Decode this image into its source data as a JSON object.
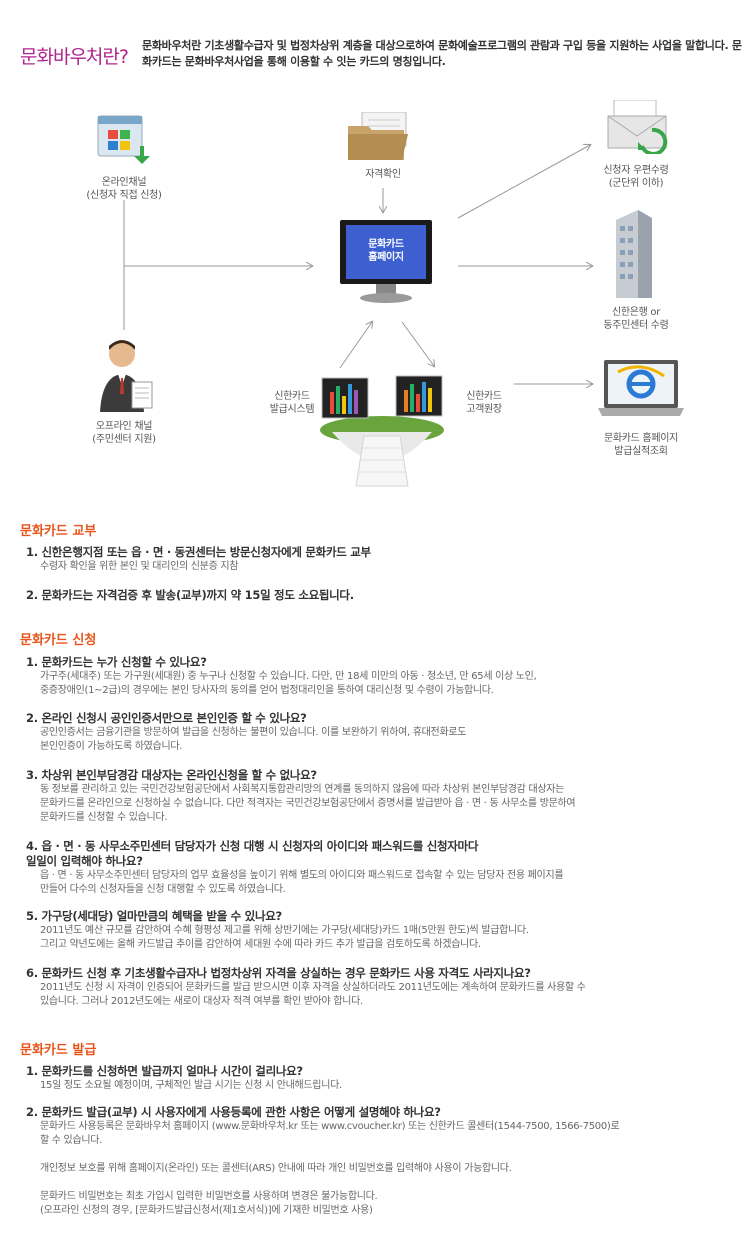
{
  "intro": {
    "title": "문화바우처란?",
    "text": "문화바우처란 기초생활수급자 및 법정차상위 계층을 대상으로하여 문화예술프로그램의 관람과 구입 등을 지원하는 사업을 말합니다. 문화카드는 문화바우처사업을 통해 이용할 수 잇는 카드의 명칭입니다."
  },
  "diagram": {
    "online_channel": [
      "온라인채널",
      "(신청자 직접 신청)"
    ],
    "qualification": "자격확인",
    "homepage": [
      "문화카드",
      "홈페이지"
    ],
    "offline_channel": [
      "오프라인 채널",
      "(주민센터 지원)"
    ],
    "issue_system": [
      "신한카드",
      "발급시스템"
    ],
    "customer_ledger": [
      "신한카드",
      "고객원장"
    ],
    "mail_receive": [
      "신청자 우편수령",
      "(군단위 이하)"
    ],
    "bank_receive": [
      "신한은행 or",
      "동주민센터 수령"
    ],
    "issue_lookup": [
      "문화카드 홈페이지",
      "발급실적조회"
    ]
  },
  "sections": [
    {
      "title": "문화카드 교부",
      "items": [
        {
          "q": "1. 신한은행지점 또는 읍 · 면 · 동권센터는 방문신청자에게 문화카드 교부",
          "a": [
            "수령자 확인을 위한 본인 및 대리인의 신분증 지참"
          ]
        },
        {
          "q": "2. 문화카드는 자격검증 후 발송(교부)까지 약 15일 정도 소요됩니다.",
          "a": []
        }
      ]
    },
    {
      "title": "문화카드 신청",
      "items": [
        {
          "q": "1. 문화카드는 누가 신청할 수 있나요?",
          "a": [
            "가구주(세대주) 또는 가구원(세대원) 중 누구나 신청할 수 있습니다. 다만, 만 18세 미만의 아동 · 청소년, 만 65세 이상 노인,",
            "중증장애인(1~2급)의 경우에는 본인 당사자의 동의를 얻어 법정대리인을 통하여 대리신청 및 수령이 가능합니다."
          ]
        },
        {
          "q": "2. 온라인 신청시 공인인증서만으로 본인인증 할 수 있나요?",
          "a": [
            "공인인증서는 금융기관을 방문하여 발급을 신청하는 불편이 있습니다. 이를 보완하기 위하여, 휴대전화로도",
            "본인인증이 가능하도록 하였습니다."
          ]
        },
        {
          "q": "3. 차상위 본인부담경감 대상자는 온라인신청을 할 수 없나요?",
          "a": [
            "동 정보를 관리하고 있는 국민건강보험공단에서 사회복지통합관리망의 연계를 동의하지 않음에 따라 차상위 본인부담경감 대상자는",
            "문화카드를 온라인으로 신청하실 수 없습니다. 다만 적격자는 국민건강보험공단에서 증명서를 발급받아 읍 · 면 · 동 사무소를 방문하여",
            "문화카드를 신청할 수 있습니다."
          ]
        },
        {
          "q": "4. 읍 · 면 · 동 사무소주민센터 담당자가 신청 대행 시 신청자의 아이디와 패스워드를 신청자마다\n    일일이 입력해야 하나요?",
          "a": [
            "읍 · 면 · 동 사무소주민센터 담당자의 업무 효율성을 높이기 위해 별도의 아이디와 패스워드로 접속할 수 있는 담당자 전용 페이지를",
            "만들어 다수의 신청자들을 신청 대행할 수 있도록 하였습니다."
          ]
        },
        {
          "q": "5. 가구당(세대당) 얼마만큼의 혜택을 받을 수 있나요?",
          "a": [
            "2011년도 예산 규모를 감안하여 수혜 형평성 제고를 위해 상반기에는 가구당(세대당)카드 1매(5만원 한도)씩 발급합니다.",
            "그리고 약년도에는 올해 카드발급 추이를 감안하여 세대원 수에 따라 카드 추가 발급을 검토하도록 하겠습니다."
          ]
        },
        {
          "q": "6. 문화카드 신청 후 기초생활수급자나 법정차상위 자격을 상실하는 경우 문화카드 사용 자격도 사라지나요?",
          "a": [
            "2011년도 신청 시 자격이 인증되어 문화카드를 발급 받으시면 이후 자격을 상실하더라도 2011년도에는 계속하여 문화카드를 사용할 수",
            "있습니다. 그러나 2012년도에는 새로이 대상자 적격 여부를 확인 받아야 합니다."
          ]
        }
      ]
    },
    {
      "title": "문화카드 발급",
      "items": [
        {
          "q": "1. 문화카드를 신청하면 발급까지 얼마나 시간이 걸리나요?",
          "a": [
            "15일 정도 소요될 예정이며, 구체적인 발급 시기는 신청 시 안내해드립니다."
          ]
        },
        {
          "q": "2. 문화카드 발급(교부) 시 사용자에게 사용등록에 관한 사항은 어떻게 설명해야 하나요?",
          "a": [
            "문화카드 사용등록은 문화바우처 홈페이지 (www.문화바우처.kr 또는 www.cvoucher.kr) 또는 신한카드 콜센터(1544-7500, 1566-7500)로",
            "할 수 있습니다.",
            "",
            "개인정보 보호를 위해 홈페이지(온라인) 또는 콜센터(ARS) 안내에 따라 개인 비밀번호를 입력해야 사용이 가능합니다.",
            "",
            "문화카드 비밀번호는 최초 가입시 입력한 비밀번호를 사용하며 변경은 불가능합니다.",
            "(오프라인 신청의 경우, [문화카드발급신청서(제1호서식)]에 기재한 비밀번호 사용)"
          ]
        }
      ]
    }
  ]
}
